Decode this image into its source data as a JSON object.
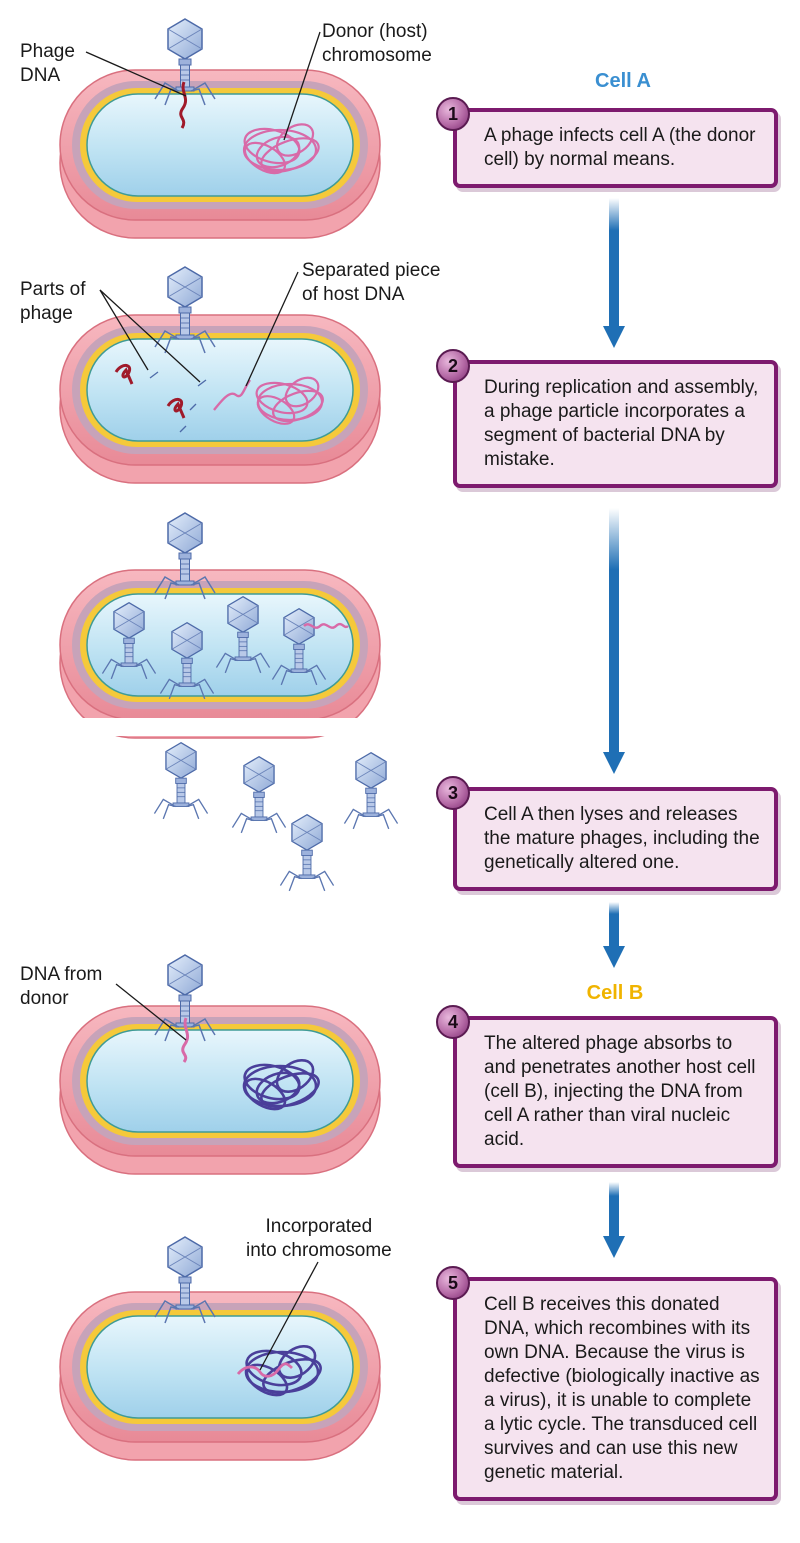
{
  "cell_a": {
    "title": "Cell A",
    "color": "#3a8fd1"
  },
  "cell_b": {
    "title": "Cell B",
    "color": "#f0b400"
  },
  "labels": {
    "phage_dna": "Phage\nDNA",
    "donor_chromosome": "Donor (host)\nchromosome",
    "parts_of_phage": "Parts of\nphage",
    "separated_piece": "Separated piece\nof host DNA",
    "dna_from_donor": "DNA from\ndonor",
    "incorporated": "Incorporated\ninto chromosome"
  },
  "steps": [
    {
      "number": "1",
      "text": "A phage infects cell A (the donor cell) by normal means."
    },
    {
      "number": "2",
      "text": "During replication and assembly, a phage particle incorporates a segment of bacterial DNA by mistake."
    },
    {
      "number": "3",
      "text": "Cell A then lyses and releases the mature phages, including the genetically altered one."
    },
    {
      "number": "4",
      "text": "The altered phage absorbs to and penetrates another host cell (cell B), injecting the DNA from cell A rather than viral nucleic acid."
    },
    {
      "number": "5",
      "text": "Cell B receives this donated DNA, which recombines with its own DNA. Because the virus is defective (biologically inactive as a virus), it is unable to complete a lytic cycle. The transduced cell survives and can use this new genetic material."
    }
  ],
  "colors": {
    "step_border": "#7d1a6e",
    "step_fill": "#f5e3ef",
    "arrow": "#1f6fb5",
    "host_dna": "#d86aa8",
    "cell_b_dna": "#4a3f9a",
    "phage_dna": "#a01a2a"
  }
}
